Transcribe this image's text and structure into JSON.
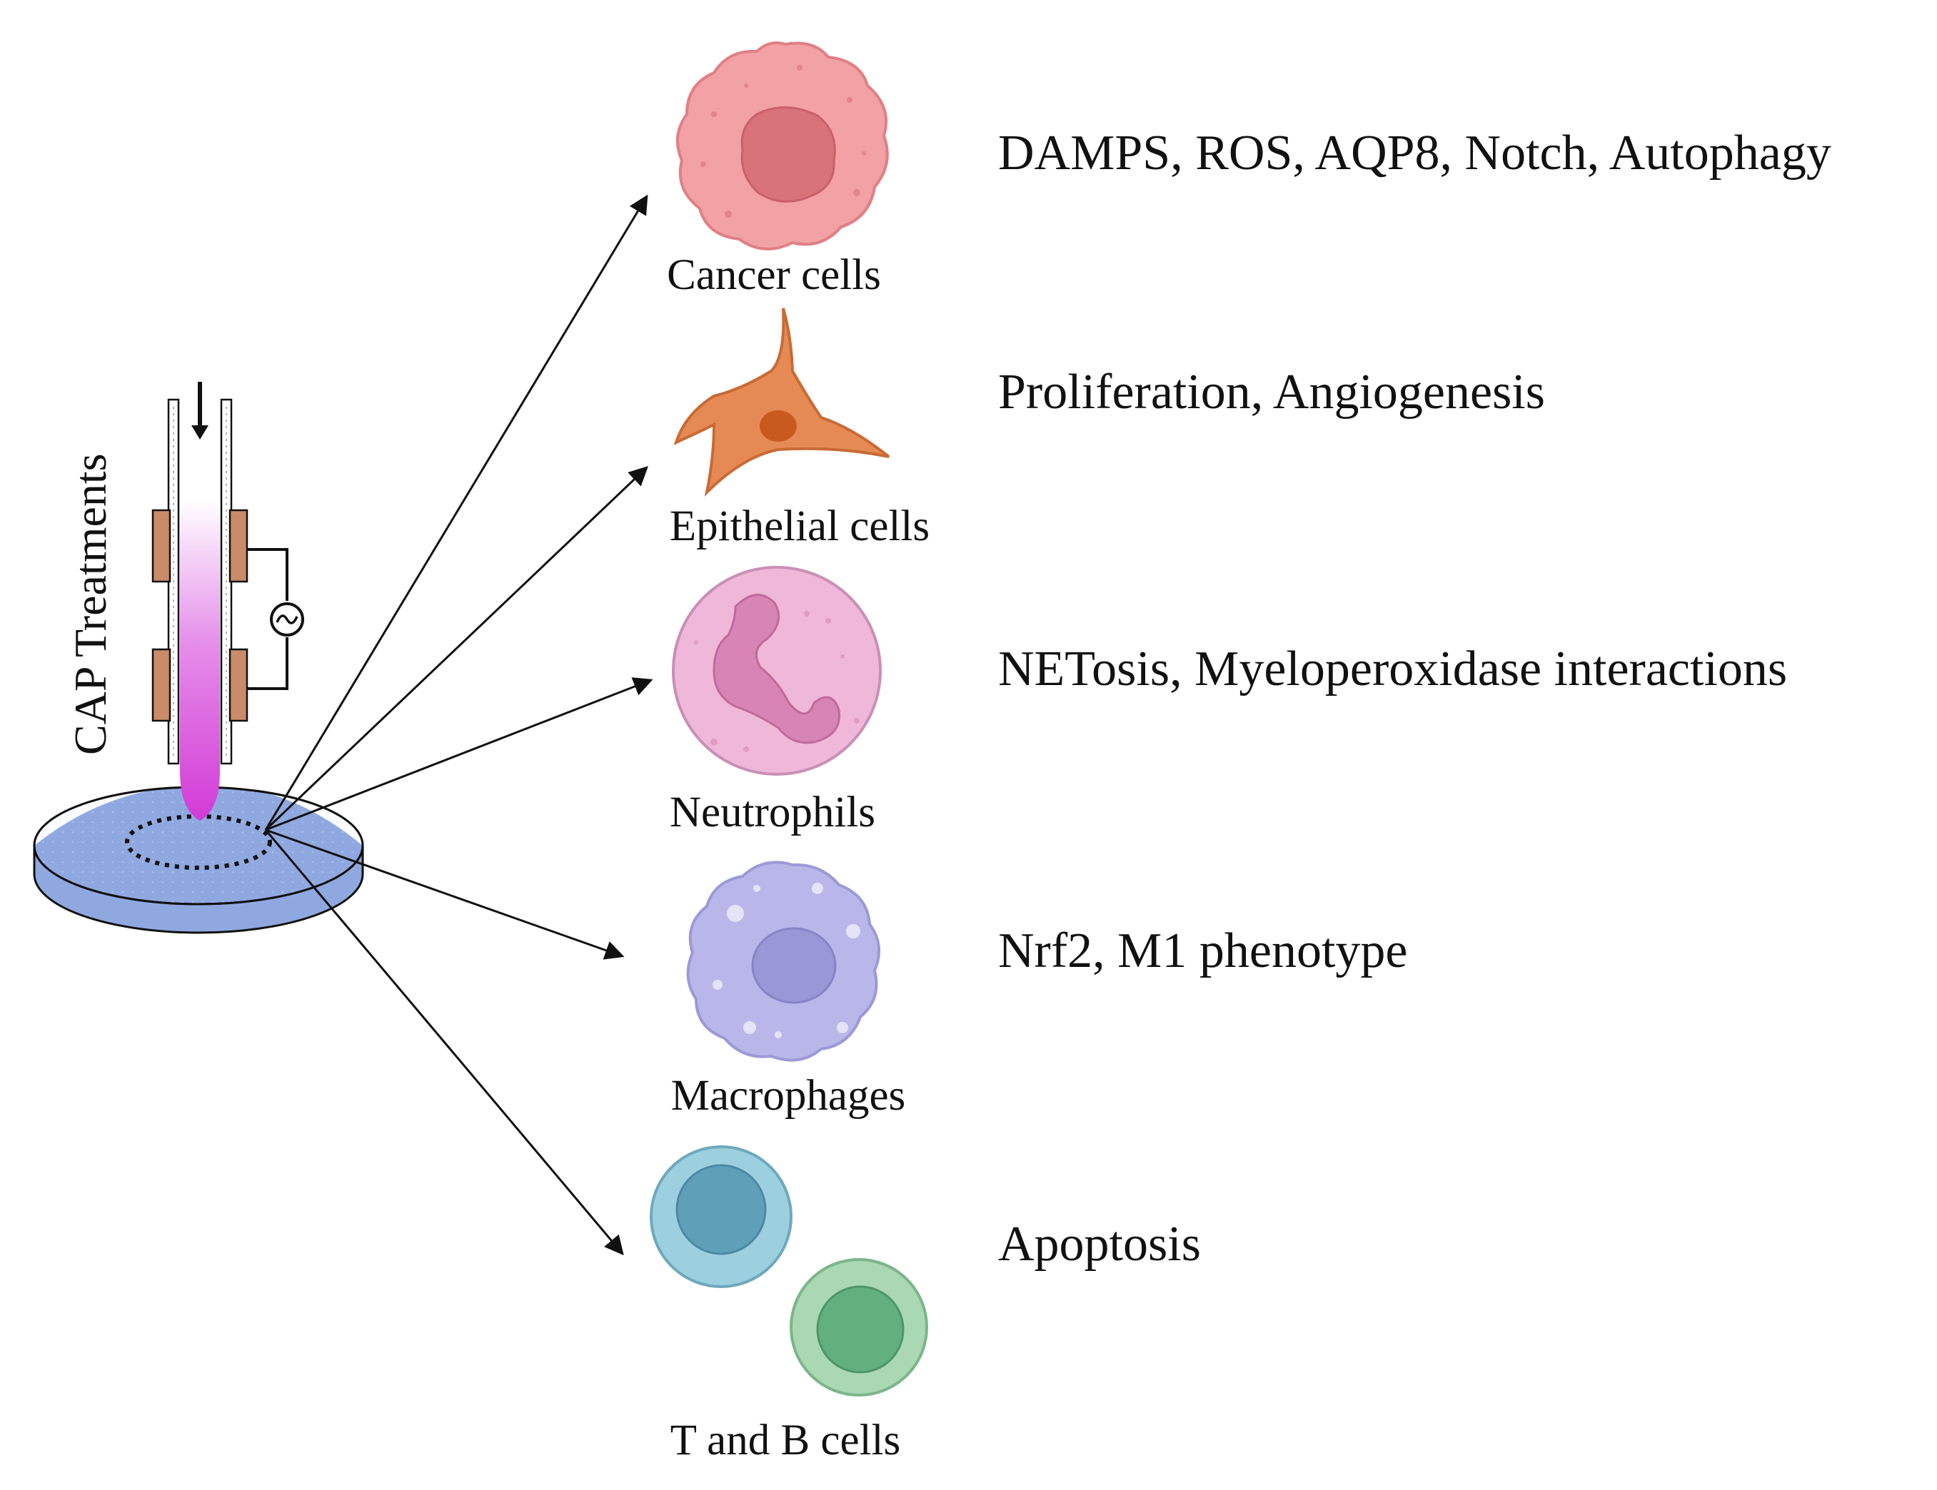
{
  "device": {
    "title": "CAP Treatments",
    "plasma_gradient": [
      "#ffffff",
      "#e58ee9",
      "#d23ad6"
    ],
    "dish_color": "#8fa9e0"
  },
  "cells": [
    {
      "id": "cancer",
      "label": "Cancer cells",
      "effect": "DAMPS, ROS, AQP8, Notch, Autophagy",
      "color": "#f2a1a4",
      "nucleus_color": "#d9737a"
    },
    {
      "id": "epithelial",
      "label": "Epithelial cells",
      "effect": "Proliferation, Angiogenesis",
      "color": "#e58a54",
      "nucleus_color": "#c95a1f"
    },
    {
      "id": "neutrophil",
      "label": "Neutrophils",
      "effect": "NETosis, Myeloperoxidase interactions",
      "color": "#f0b8d8",
      "nucleus_color": "#d785b4"
    },
    {
      "id": "macrophage",
      "label": "Macrophages",
      "effect": "Nrf2, M1 phenotype",
      "color": "#b9b7ea",
      "nucleus_color": "#9a97d6"
    },
    {
      "id": "lymphocyte",
      "label": "T and B cells",
      "effect": "Apoptosis",
      "color": "#9dd0df",
      "nucleus_color": "#5f9fb8",
      "color2": "#a9d8b3",
      "nucleus_color2": "#63b07f"
    }
  ]
}
